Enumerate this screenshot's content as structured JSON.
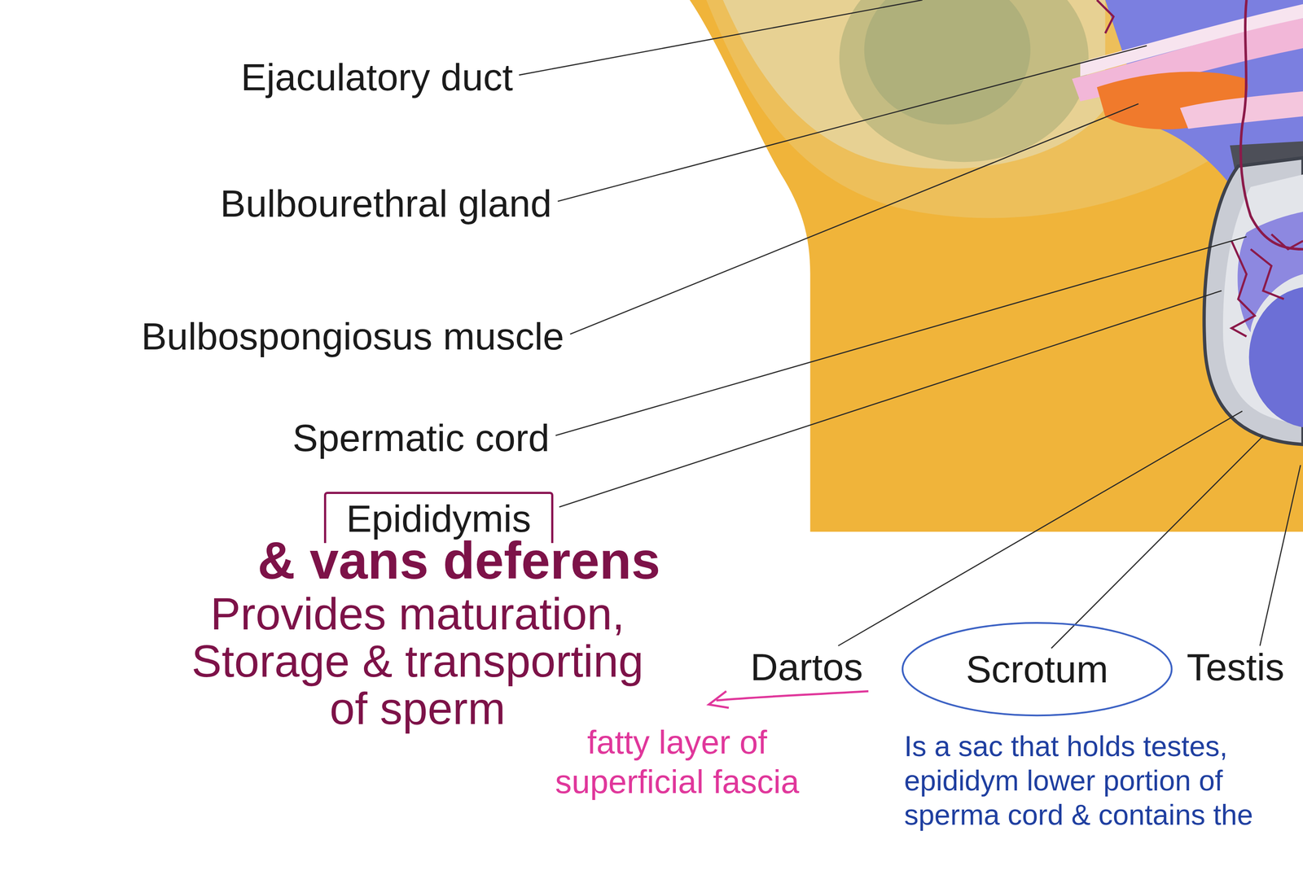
{
  "diagram": {
    "nodes": [
      {
        "text": [
          "Epididymis"
        ]
      },
      {
        "text": [
          "Scrotum"
        ]
      }
    ],
    "labels": [
      "Ejaculatory duct",
      "Bulbourethral gland",
      "Bulbospongiosus muscle",
      "Spermatic cord",
      "& vans deferens",
      "Provides maturation, Storage & transporting of sperm",
      "Dartos",
      "fatty layer of superficial fascia",
      "Testis",
      "Is a sac that holds testes, epididym lower portion of sperma cord & contains the"
    ]
  }
}
